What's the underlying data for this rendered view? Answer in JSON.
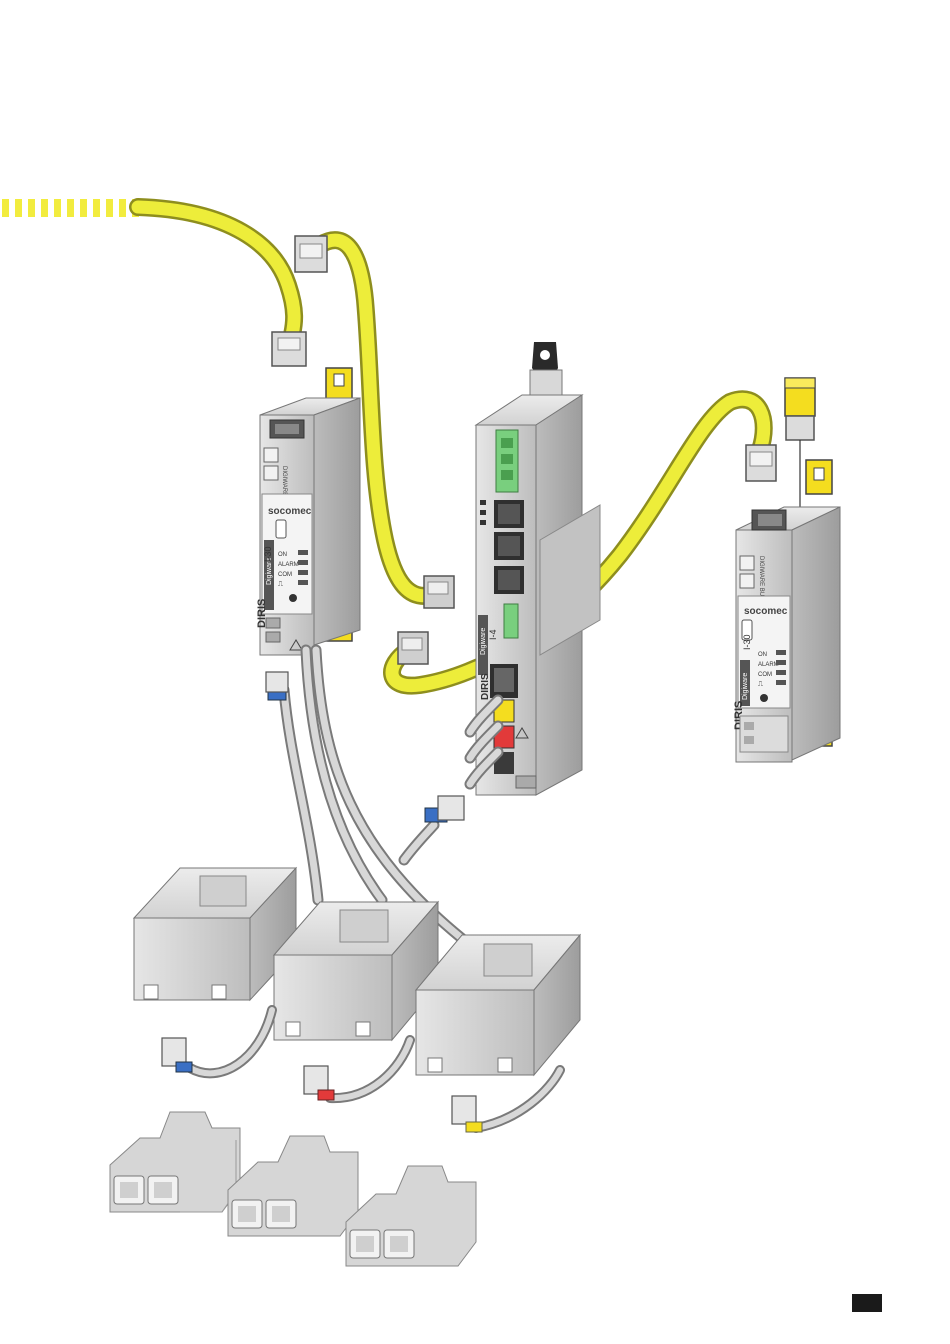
{
  "diagram": {
    "brand": "socomec",
    "modules": {
      "left": {
        "model": "I-30",
        "series": "DIRIS",
        "sub": "Digiware",
        "bus": "DIGIWARE BUS"
      },
      "center": {
        "model": "I-4",
        "series": "DIRIS",
        "sub": "Digiware"
      },
      "right": {
        "model": "I-30",
        "series": "DIRIS",
        "sub": "Digiware",
        "bus": "DIGIWARE BUS"
      }
    },
    "leds": [
      "ON",
      "ALARM",
      "COM",
      "⎍"
    ]
  },
  "colors": {
    "cable": "#eded3a",
    "terminator": "#f4dd1f",
    "housing": "#cfcfcf",
    "blue_tag": "#3a6fc4",
    "red_tag": "#e23a3a",
    "green_terminal": "#79cf7e",
    "page_marker": "#1a1a1a"
  }
}
